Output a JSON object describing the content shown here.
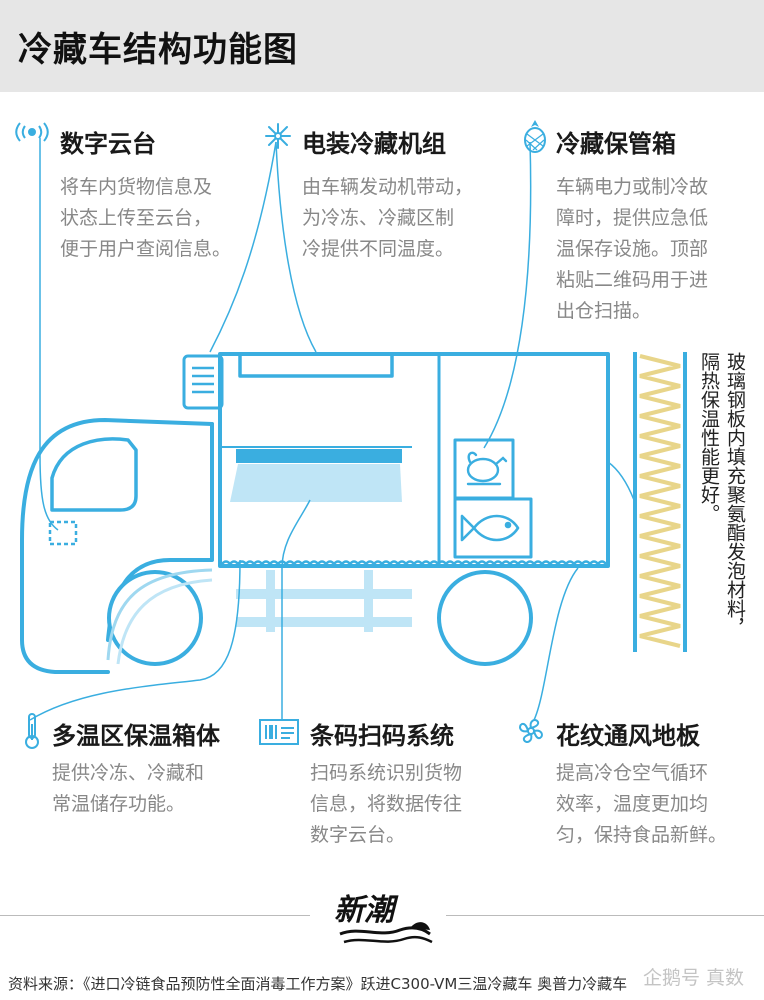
{
  "header": {
    "title": "冷藏车结构功能图"
  },
  "features": {
    "cloud": {
      "title": "数字云台",
      "desc": [
        "将车内货物信息及",
        "状态上传至云台，",
        "便于用户查阅信息。"
      ]
    },
    "refrigeration_unit": {
      "title": "电装冷藏机组",
      "desc": [
        "由车辆发动机带动，",
        "为冷冻、冷藏区制",
        "冷提供不同温度。"
      ]
    },
    "storage_box": {
      "title": "冷藏保管箱",
      "desc": [
        "车辆电力或制冷故",
        "障时，提供应急低",
        "温保存设施。顶部",
        "粘贴二维码用于进",
        "出仓扫描。"
      ]
    },
    "multi_temp": {
      "title": "多温区保温箱体",
      "desc": [
        "提供冷冻、冷藏和",
        "常温储存功能。"
      ]
    },
    "barcode": {
      "title": "条码扫码系统",
      "desc": [
        "扫码系统识别货物",
        "信息，将数据传往",
        "数字云台。"
      ]
    },
    "ventilation": {
      "title": "花纹通风地板",
      "desc": [
        "提高冷仓空气循环",
        "效率，温度更加均",
        "匀，保持食品新鲜。"
      ]
    }
  },
  "insulation_note": "玻璃钢板内填充聚氨酯发泡材料，隔热保温性能更好。",
  "logo": {
    "text": "新潮"
  },
  "footer": {
    "source": "资料来源：《进口冷链食品预防性全面消毒工作方案》跃进C300-VM三温冷藏车 奥普力冷藏车",
    "watermark": "企鹅号 真数"
  },
  "colors": {
    "accent": "#3aaee0",
    "light_accent": "#bfe5f6",
    "insulation": "#e8d58a",
    "header_bg": "#e6e6e6"
  },
  "icons": {
    "cloud": "signal-tower-icon",
    "refrigeration_unit": "snowflake-icon",
    "storage_box": "pineapple-icon",
    "multi_temp": "thermometer-icon",
    "barcode": "barcode-scanner-icon",
    "ventilation": "fan-icon"
  }
}
